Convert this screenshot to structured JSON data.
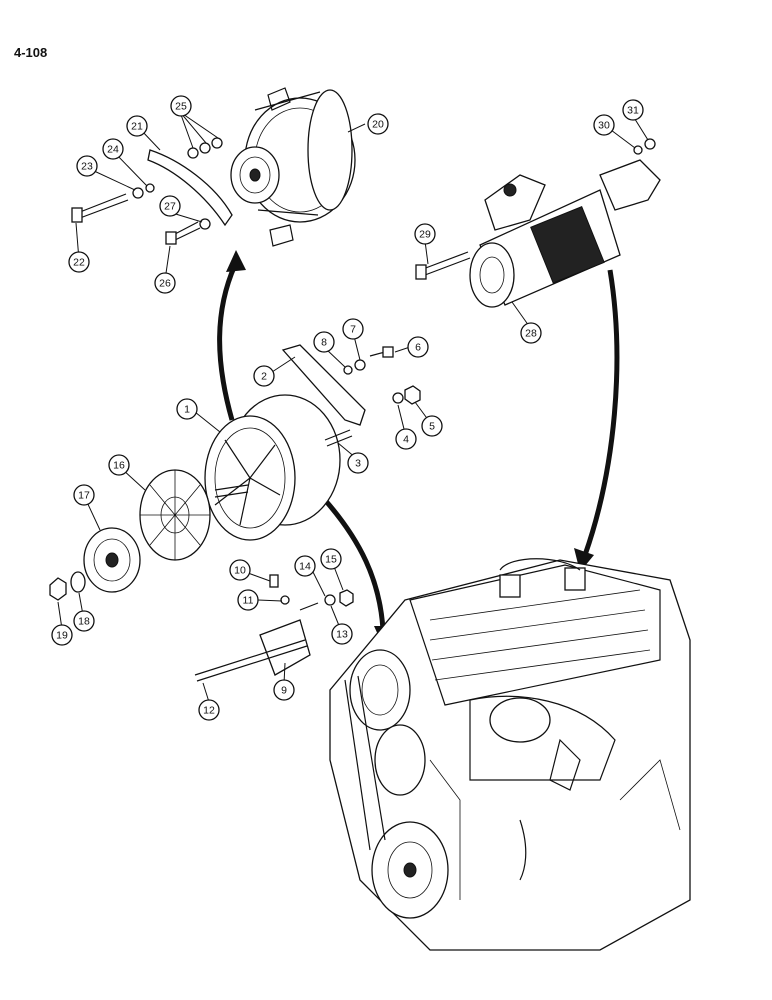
{
  "page": {
    "number": "4-108"
  },
  "callouts": [
    {
      "id": "1",
      "label": "1"
    },
    {
      "id": "2",
      "label": "2"
    },
    {
      "id": "3",
      "label": "3"
    },
    {
      "id": "4",
      "label": "4"
    },
    {
      "id": "5",
      "label": "5"
    },
    {
      "id": "6",
      "label": "6"
    },
    {
      "id": "7",
      "label": "7"
    },
    {
      "id": "8",
      "label": "8"
    },
    {
      "id": "9",
      "label": "9"
    },
    {
      "id": "10",
      "label": "10"
    },
    {
      "id": "11",
      "label": "11"
    },
    {
      "id": "12",
      "label": "12"
    },
    {
      "id": "13",
      "label": "13"
    },
    {
      "id": "14",
      "label": "14"
    },
    {
      "id": "15",
      "label": "15"
    },
    {
      "id": "16",
      "label": "16"
    },
    {
      "id": "17",
      "label": "17"
    },
    {
      "id": "18",
      "label": "18"
    },
    {
      "id": "19",
      "label": "19"
    },
    {
      "id": "20",
      "label": "20"
    },
    {
      "id": "21",
      "label": "21"
    },
    {
      "id": "22",
      "label": "22"
    },
    {
      "id": "23",
      "label": "23"
    },
    {
      "id": "24",
      "label": "24"
    },
    {
      "id": "25",
      "label": "25"
    },
    {
      "id": "26",
      "label": "26"
    },
    {
      "id": "27",
      "label": "27"
    },
    {
      "id": "28",
      "label": "28"
    },
    {
      "id": "29",
      "label": "29"
    },
    {
      "id": "30",
      "label": "30"
    },
    {
      "id": "31",
      "label": "31"
    }
  ]
}
